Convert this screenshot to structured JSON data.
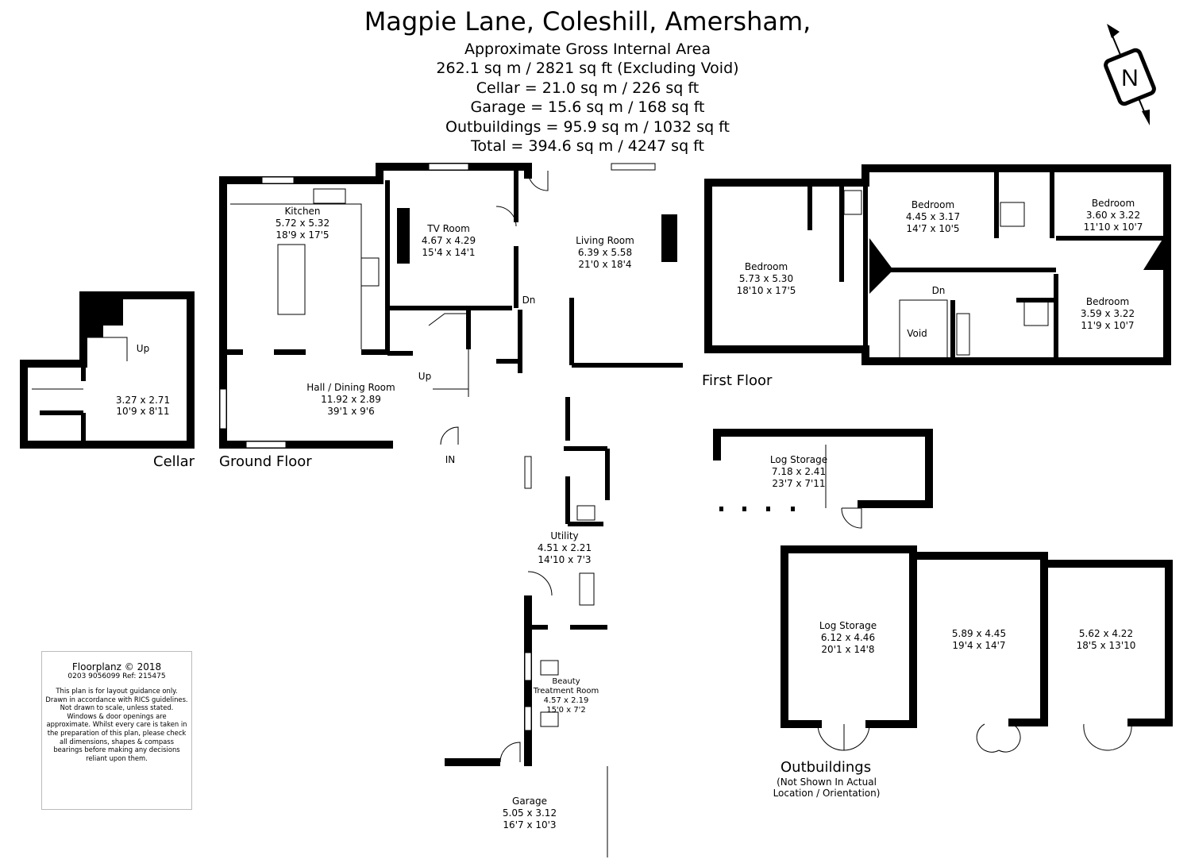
{
  "header": {
    "title": "Magpie Lane, Coleshill, Amersham,",
    "area_lines": [
      "Approximate Gross Internal Area",
      "262.1 sq m / 2821 sq ft (Excluding Void)",
      "Cellar = 21.0 sq m / 226 sq ft",
      "Garage = 15.6 sq m / 168 sq ft",
      "Outbuildings = 95.9 sq m / 1032 sq ft",
      "Total = 394.6 sq m / 4247 sq ft"
    ]
  },
  "compass": {
    "letter": "N"
  },
  "floors": {
    "cellar": "Cellar",
    "ground": "Ground Floor",
    "first": "First Floor",
    "outbuildings": "Outbuildings",
    "outbuildings_note": [
      "(Not Shown In Actual",
      "Location / Orientation)"
    ]
  },
  "rooms": {
    "cellar": {
      "name": "",
      "metric": "3.27 x 2.71",
      "imperial": "10'9 x 8'11"
    },
    "kitchen": {
      "name": "Kitchen",
      "metric": "5.72 x 5.32",
      "imperial": "18'9 x 17'5"
    },
    "tv": {
      "name": "TV Room",
      "metric": "4.67 x 4.29",
      "imperial": "15'4 x 14'1"
    },
    "living": {
      "name": "Living Room",
      "metric": "6.39 x 5.58",
      "imperial": "21'0 x 18'4"
    },
    "hall": {
      "name": "Hall / Dining Room",
      "metric": "11.92 x 2.89",
      "imperial": "39'1 x 9'6"
    },
    "utility": {
      "name": "Utility",
      "metric": "4.51 x 2.21",
      "imperial": "14'10 x 7'3"
    },
    "beauty": {
      "name": "Beauty",
      "name2": "Treatment Room",
      "metric": "4.57 x 2.19",
      "imperial": "15'0 x 7'2"
    },
    "garage": {
      "name": "Garage",
      "metric": "5.05 x 3.12",
      "imperial": "16'7 x 10'3"
    },
    "bed1": {
      "name": "Bedroom",
      "metric": "5.73 x 5.30",
      "imperial": "18'10 x 17'5"
    },
    "bed2": {
      "name": "Bedroom",
      "metric": "4.45 x 3.17",
      "imperial": "14'7 x 10'5"
    },
    "bed3": {
      "name": "Bedroom",
      "metric": "3.60 x 3.22",
      "imperial": "11'10 x 10'7"
    },
    "bed4": {
      "name": "Bedroom",
      "metric": "3.59 x 3.22",
      "imperial": "11'9 x 10'7"
    },
    "log1": {
      "name": "Log Storage",
      "metric": "7.18 x 2.41",
      "imperial": "23'7 x 7'11"
    },
    "log2": {
      "name": "Log Storage",
      "metric": "6.12 x 4.46",
      "imperial": "20'1 x 14'8"
    },
    "out2": {
      "name": "",
      "metric": "5.89 x 4.45",
      "imperial": "19'4 x 14'7"
    },
    "out3": {
      "name": "",
      "metric": "5.62 x 4.22",
      "imperial": "18'5 x 13'10"
    }
  },
  "markers": {
    "up": "Up",
    "dn": "Dn",
    "in": "IN",
    "void": "Void"
  },
  "disclaimer": {
    "copyright": "Floorplanz © 2018",
    "ref": "0203 9056099 Ref: 215475",
    "text": "This plan is for layout guidance only. Drawn in accordance with RICS guidelines. Not drawn to scale, unless stated. Windows & door openings are approximate. Whilst every care is taken in the preparation of this plan, please check all dimensions, shapes & compass bearings before making any decisions reliant upon them."
  }
}
